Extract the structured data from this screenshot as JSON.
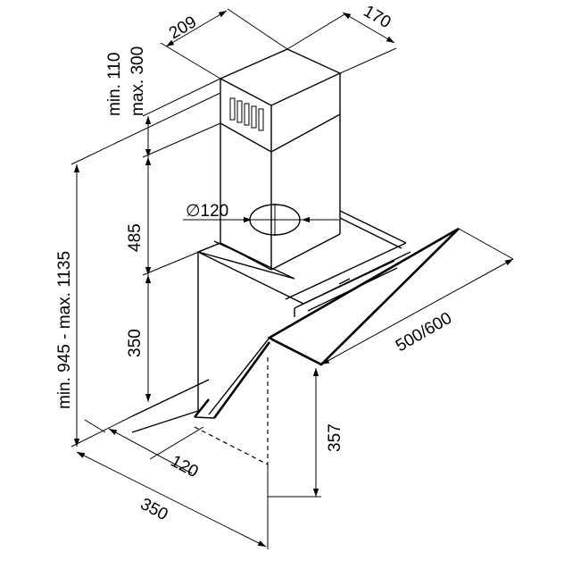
{
  "dimensions": {
    "chimney_width": "209",
    "chimney_depth": "170",
    "chimney_extension": "min. 110",
    "chimney_extension_max": "max. 300",
    "upper_chimney_height": "485",
    "lower_chimney_height": "350",
    "total_height": "min. 945 - max. 1135",
    "outlet_diameter": "∅120",
    "hood_width": "500/600",
    "glass_height": "357",
    "base_offset": "120",
    "base_depth": "350"
  },
  "colors": {
    "line": "#000000",
    "background": "#ffffff"
  },
  "icons": {
    "arrowheads": "dimension-arrow",
    "vent_slots": "vent-grille"
  }
}
